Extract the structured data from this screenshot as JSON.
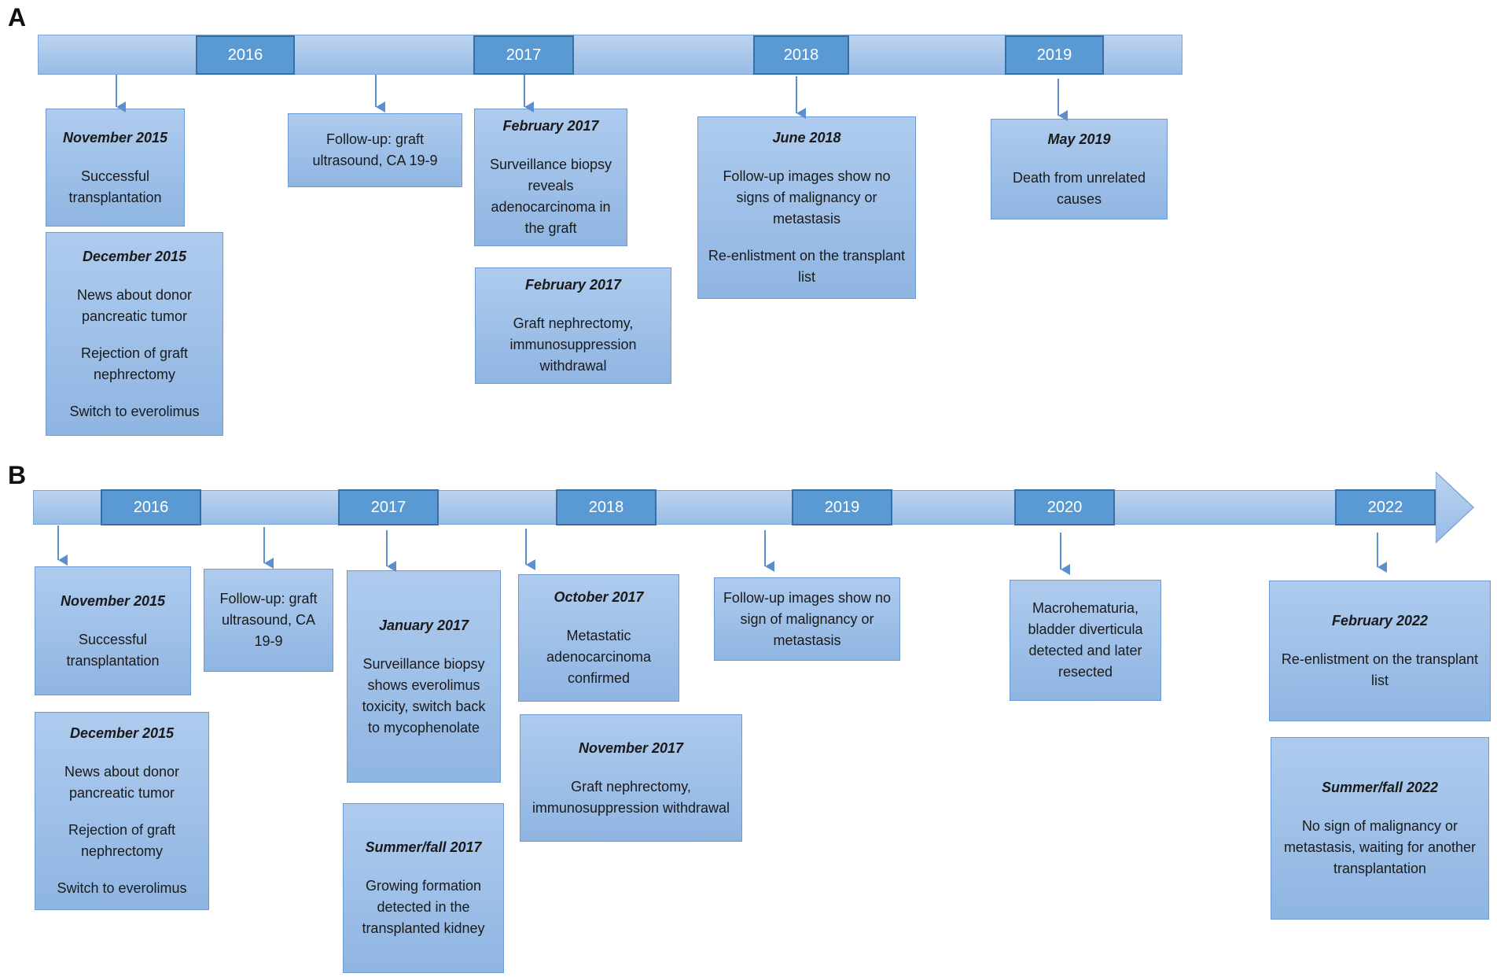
{
  "panels": [
    {
      "label": "A",
      "years": [
        "2016",
        "2017",
        "2018",
        "2019"
      ],
      "events": [
        {
          "date": "November 2015",
          "paragraphs": [
            "Successful transplantation"
          ]
        },
        {
          "date": "December 2015",
          "paragraphs": [
            "News about donor pancreatic tumor",
            "Rejection of graft nephrectomy",
            "Switch to everolimus"
          ]
        },
        {
          "date": "",
          "paragraphs": [
            "Follow-up: graft ultrasound, CA 19-9"
          ]
        },
        {
          "date": "February 2017",
          "paragraphs": [
            "Surveillance biopsy reveals adenocarcinoma in the graft"
          ]
        },
        {
          "date": "February 2017",
          "paragraphs": [
            "Graft nephrectomy, immunosuppression withdrawal"
          ]
        },
        {
          "date": "June 2018",
          "paragraphs": [
            "Follow-up images show no signs of malignancy or metastasis",
            "Re-enlistment on the transplant list"
          ]
        },
        {
          "date": "May 2019",
          "paragraphs": [
            "Death from unrelated causes"
          ]
        }
      ]
    },
    {
      "label": "B",
      "years": [
        "2016",
        "2017",
        "2018",
        "2019",
        "2020",
        "2022"
      ],
      "events": [
        {
          "date": "November 2015",
          "paragraphs": [
            "Successful transplantation"
          ]
        },
        {
          "date": "December 2015",
          "paragraphs": [
            "News about donor pancreatic tumor",
            "Rejection of graft nephrectomy",
            "Switch to everolimus"
          ]
        },
        {
          "date": "",
          "paragraphs": [
            "Follow-up: graft ultrasound, CA 19-9"
          ]
        },
        {
          "date": "January 2017",
          "paragraphs": [
            "Surveillance biopsy shows everolimus toxicity, switch back to mycophenolate"
          ]
        },
        {
          "date": "Summer/fall 2017",
          "paragraphs": [
            "Growing formation detected in the transplanted kidney"
          ]
        },
        {
          "date": "October 2017",
          "paragraphs": [
            "Metastatic adenocarcinoma confirmed"
          ]
        },
        {
          "date": "November 2017",
          "paragraphs": [
            "Graft nephrectomy, immunosuppression withdrawal"
          ]
        },
        {
          "date": "",
          "paragraphs": [
            "Follow-up images show no sign of malignancy or metastasis"
          ]
        },
        {
          "date": "",
          "paragraphs": [
            "Macrohematuria, bladder diverticula detected and later resected"
          ]
        },
        {
          "date": "February 2022",
          "paragraphs": [
            "Re-enlistment on the transplant list"
          ]
        },
        {
          "date": "Summer/fall 2022",
          "paragraphs": [
            "No sign of malignancy or metastasis, waiting for another transplantation"
          ]
        }
      ]
    }
  ],
  "colors": {
    "bar": "#a8c7ec",
    "year_box": "#5a9ad4",
    "event_box": "#9fc0e8",
    "arrow": "#5b8fd0"
  }
}
